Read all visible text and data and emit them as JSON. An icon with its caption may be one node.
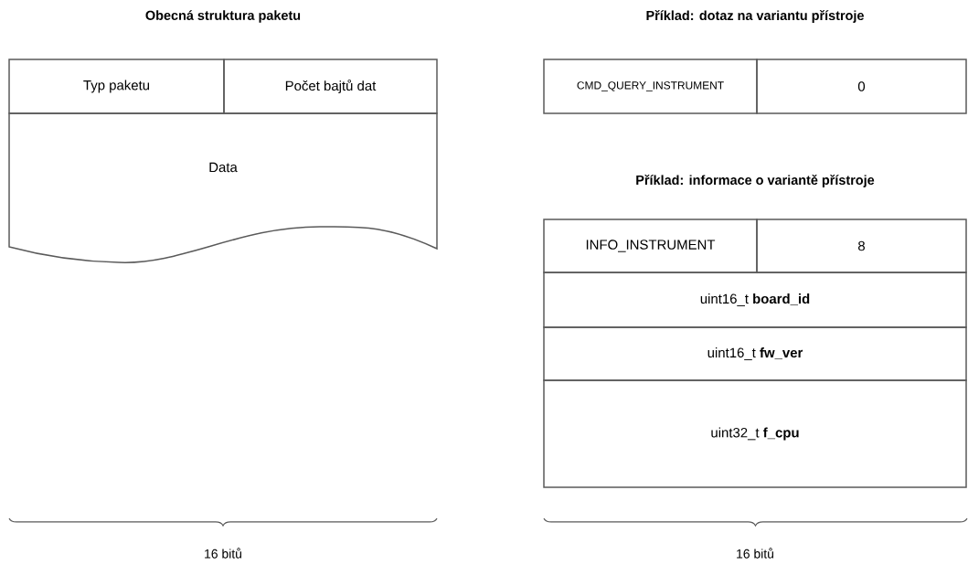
{
  "diagram": {
    "nodes": [
      {
        "text": [
          "Typ paketu"
        ]
      },
      {
        "text": [
          "Počet bajtů dat"
        ]
      },
      {
        "text": [
          "Data"
        ]
      },
      {
        "text": [
          "CMD_QUERY_INSTRUMENT"
        ]
      },
      {
        "text": [
          "0"
        ]
      },
      {
        "text": [
          "INFO_INSTRUMENT"
        ]
      },
      {
        "text": [
          "8"
        ]
      },
      {
        "text": [
          "uint16_t **board_id**"
        ]
      },
      {
        "text": [
          "uint16_t **fw_ver**"
        ]
      },
      {
        "text": [
          "uint32_t **f_cpu**"
        ]
      }
    ],
    "labels": [
      "Obecná struktura paketu",
      "Příklad: dotaz na variantu přístroje",
      "Příklad: informace o variantě přístroje",
      "16 bitů",
      "16 bitů"
    ]
  }
}
